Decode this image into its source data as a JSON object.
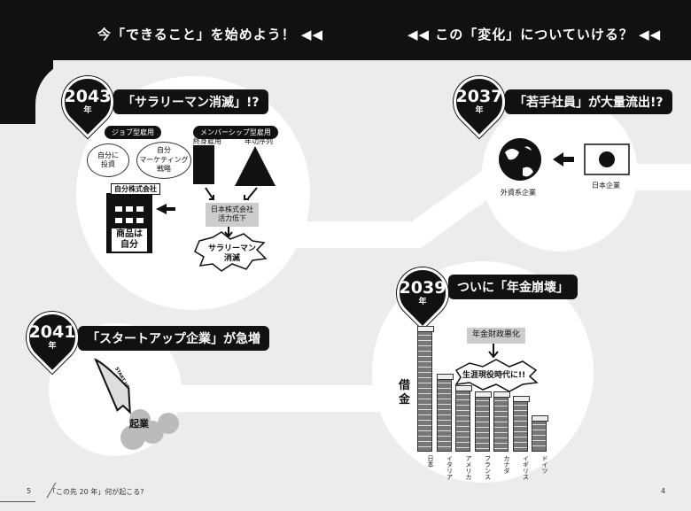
{
  "header": {
    "left": "今「できること」を始めよう！ ◀◀",
    "right": "◀◀ この「変化」についていける？ ◀◀"
  },
  "milestones": [
    {
      "year": "2043",
      "unit": "年",
      "title": "「サラリーマン消滅」!?"
    },
    {
      "year": "2037",
      "unit": "年",
      "title": "「若手社員」が大量流出!?"
    },
    {
      "year": "2041",
      "unit": "年",
      "title": "「スタートアップ企業」が急増"
    },
    {
      "year": "2039",
      "unit": "年",
      "title": "ついに「年金崩壊」"
    }
  ],
  "m2043": {
    "job_tag": "ジョブ型雇用",
    "member_tag": "メンバーシップ型雇用",
    "cloud1": "自分に\n投資",
    "cloud2": "自分\nマーケティング\n戦略",
    "company_sign": "自分株式会社",
    "company_text": "商品は\n自分",
    "lifetime": "終身雇用",
    "seniority": "年功序列",
    "decline": "日本株式会社\n活力低下",
    "burst": "サラリーマン\n消滅"
  },
  "m2037": {
    "foreign": "外資系企業",
    "japan": "日本企業"
  },
  "m2041": {
    "rocket": "START UP",
    "label": "起業"
  },
  "m2039": {
    "box": "年金財政悪化",
    "burst": "生涯現役時代に!!",
    "ylabel": "借金"
  },
  "chart_data": {
    "type": "bar",
    "ylabel": "借金",
    "categories": [
      "日本",
      "イタリア",
      "アメリカ",
      "フランス",
      "カナダ",
      "イギリス",
      "ドイツ"
    ],
    "values": [
      140,
      85,
      72,
      65,
      65,
      60,
      38
    ],
    "note_units": "relative"
  },
  "footer": {
    "left_page": "5",
    "running_title": "「この先 20 年」何が起こる?",
    "right_page": "4"
  },
  "colors": {
    "black": "#111111",
    "bg": "#ececec",
    "white": "#ffffff"
  }
}
